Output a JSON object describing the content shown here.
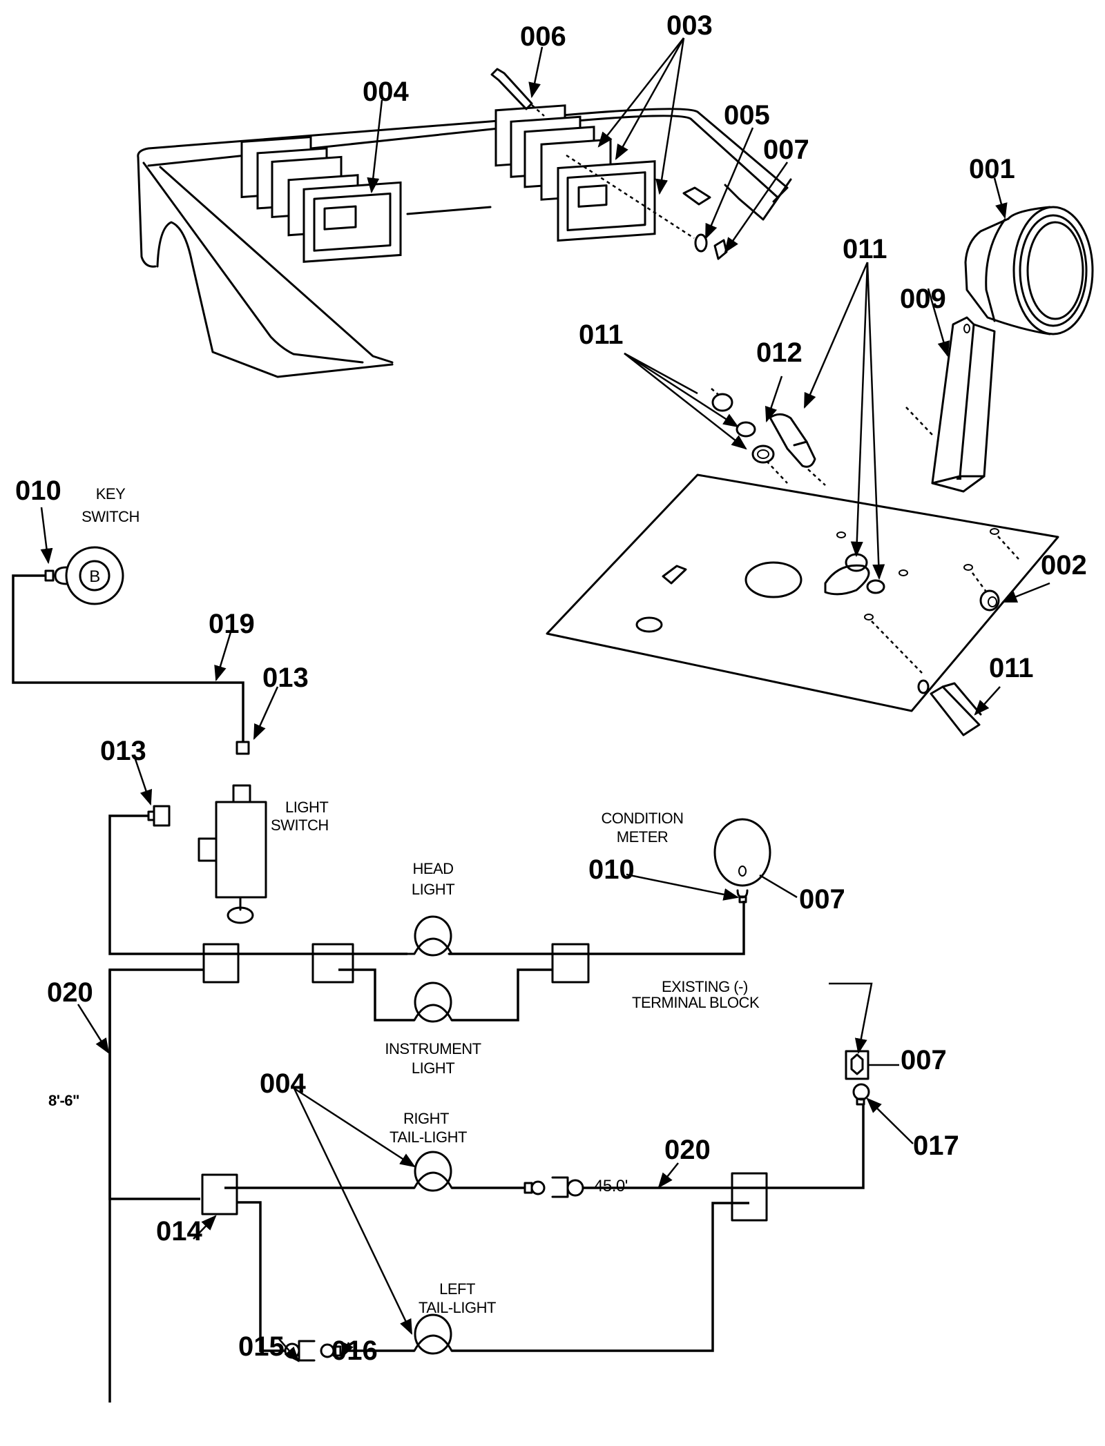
{
  "diagram": {
    "title": "",
    "background": "#ffffff",
    "ink": "#000000",
    "exploded_view": {
      "part_labels": [
        {
          "id": "006"
        },
        {
          "id": "003"
        },
        {
          "id": "004"
        },
        {
          "id": "005"
        },
        {
          "id": "007"
        },
        {
          "id": "001"
        },
        {
          "id": "011"
        },
        {
          "id": "009"
        },
        {
          "id": "011"
        },
        {
          "id": "012"
        },
        {
          "id": "002"
        },
        {
          "id": "011"
        }
      ]
    },
    "wiring": {
      "part_labels": [
        {
          "id": "010"
        },
        {
          "id": "019"
        },
        {
          "id": "013"
        },
        {
          "id": "013"
        },
        {
          "id": "010"
        },
        {
          "id": "007"
        },
        {
          "id": "020"
        },
        {
          "id": "007"
        },
        {
          "id": "004"
        },
        {
          "id": "020"
        },
        {
          "id": "017"
        },
        {
          "id": "014"
        },
        {
          "id": "015"
        },
        {
          "id": "016"
        }
      ],
      "components": {
        "key_switch": {
          "line1": "KEY",
          "line2": "SWITCH",
          "symbol": "B"
        },
        "light_switch": {
          "line1": "LIGHT",
          "line2": "SWITCH"
        },
        "condition_meter": {
          "line1": "CONDITION",
          "line2": "METER"
        },
        "head_light": {
          "line1": "HEAD",
          "line2": "LIGHT"
        },
        "instrument_light": {
          "line1": "INSTRUMENT",
          "line2": "LIGHT"
        },
        "terminal_block": {
          "line1": "EXISTING    (-)",
          "line2": "TERMINAL    BLOCK"
        },
        "right_tail_light": {
          "line1": "RIGHT",
          "line2": "TAIL-LIGHT"
        },
        "left_tail_light": {
          "line1": "LEFT",
          "line2": "TAIL-LIGHT"
        }
      },
      "dimensions": {
        "vertical_run": "8'-6\"",
        "horizontal_run": "45.0'"
      }
    }
  }
}
